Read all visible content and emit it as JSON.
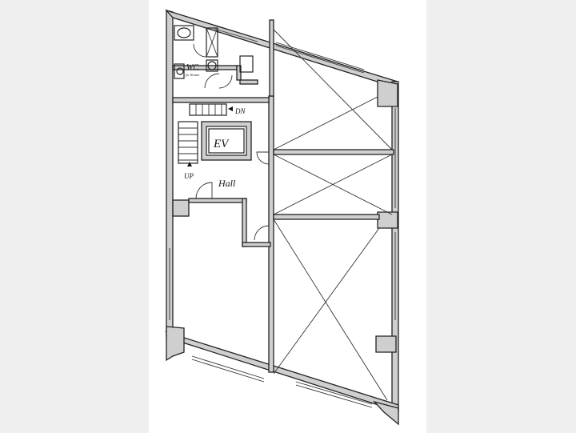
{
  "floorplan": {
    "labels": {
      "wc": "WC",
      "wc_sub": "for Women",
      "dn": "DN",
      "ev": "EV",
      "up": "UP",
      "hall": "Hall"
    },
    "colors": {
      "background": "#efefef",
      "paper": "#ffffff",
      "wall_fill": "#cfcfcf",
      "line": "#222222"
    },
    "rooms": [
      {
        "name": "office-upper",
        "note": "hatched X"
      },
      {
        "name": "office-middle",
        "note": "hatched X"
      },
      {
        "name": "office-lower",
        "note": "hatched X"
      },
      {
        "name": "office-left"
      },
      {
        "name": "restroom"
      },
      {
        "name": "stairs"
      },
      {
        "name": "elevator"
      },
      {
        "name": "hall"
      }
    ]
  }
}
